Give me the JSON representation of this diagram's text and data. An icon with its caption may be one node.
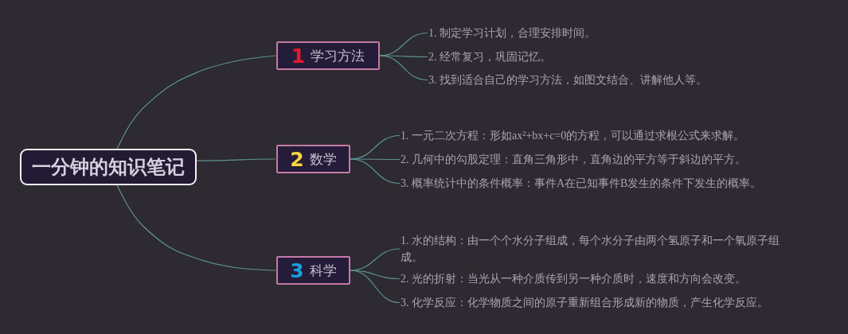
{
  "diagram": {
    "nodes": [
      {
        "text": [
          "一分钟的知识笔记"
        ]
      },
      {
        "text": [
          "1",
          "学习方法"
        ]
      },
      {
        "text": [
          "1. 制定学习计划，合理安排时间。"
        ]
      },
      {
        "text": [
          "2. 经常复习，巩固记忆。"
        ]
      },
      {
        "text": [
          "3. 找到适合自己的学习方法，如图文结合、讲解他人等。"
        ]
      },
      {
        "text": [
          "2",
          "数学"
        ]
      },
      {
        "text": [
          "1. 一元二次方程：形如ax²+bx+c=0的方程，可以通过求根公式来求解。"
        ]
      },
      {
        "text": [
          "2. 几何中的勾股定理：直角三角形中，直角边的平方等于斜边的平方。"
        ]
      },
      {
        "text": [
          "3. 概率统计中的条件概率：事件A在已知事件B发生的条件下发生的概率。"
        ]
      },
      {
        "text": [
          "3",
          "科学"
        ]
      },
      {
        "text": [
          "1. 水的结构：由一个个水分子组成，每个水分子由两个氢原子和一个氧原子组成。"
        ]
      },
      {
        "text": [
          "2. 光的折射：当光从一种介质传到另一种介质时，速度和方向会改变。"
        ]
      },
      {
        "text": [
          "3. 化学反应：化学物质之间的原子重新组合形成新的物质，产生化学反应。"
        ]
      }
    ],
    "edges": [
      {
        "from": 0,
        "to": 1,
        "arrow": "none"
      },
      {
        "from": 1,
        "to": 2,
        "arrow": "none"
      },
      {
        "from": 1,
        "to": 3,
        "arrow": "none"
      },
      {
        "from": 1,
        "to": 4,
        "arrow": "none"
      },
      {
        "from": 0,
        "to": 5,
        "arrow": "none"
      },
      {
        "from": 5,
        "to": 6,
        "arrow": "none"
      },
      {
        "from": 5,
        "to": 7,
        "arrow": "none"
      },
      {
        "from": 5,
        "to": 8,
        "arrow": "none"
      },
      {
        "from": 0,
        "to": 9,
        "arrow": "none"
      },
      {
        "from": 9,
        "to": 10,
        "arrow": "none"
      },
      {
        "from": 9,
        "to": 11,
        "arrow": "none"
      },
      {
        "from": 9,
        "to": 12,
        "arrow": "none"
      }
    ]
  }
}
